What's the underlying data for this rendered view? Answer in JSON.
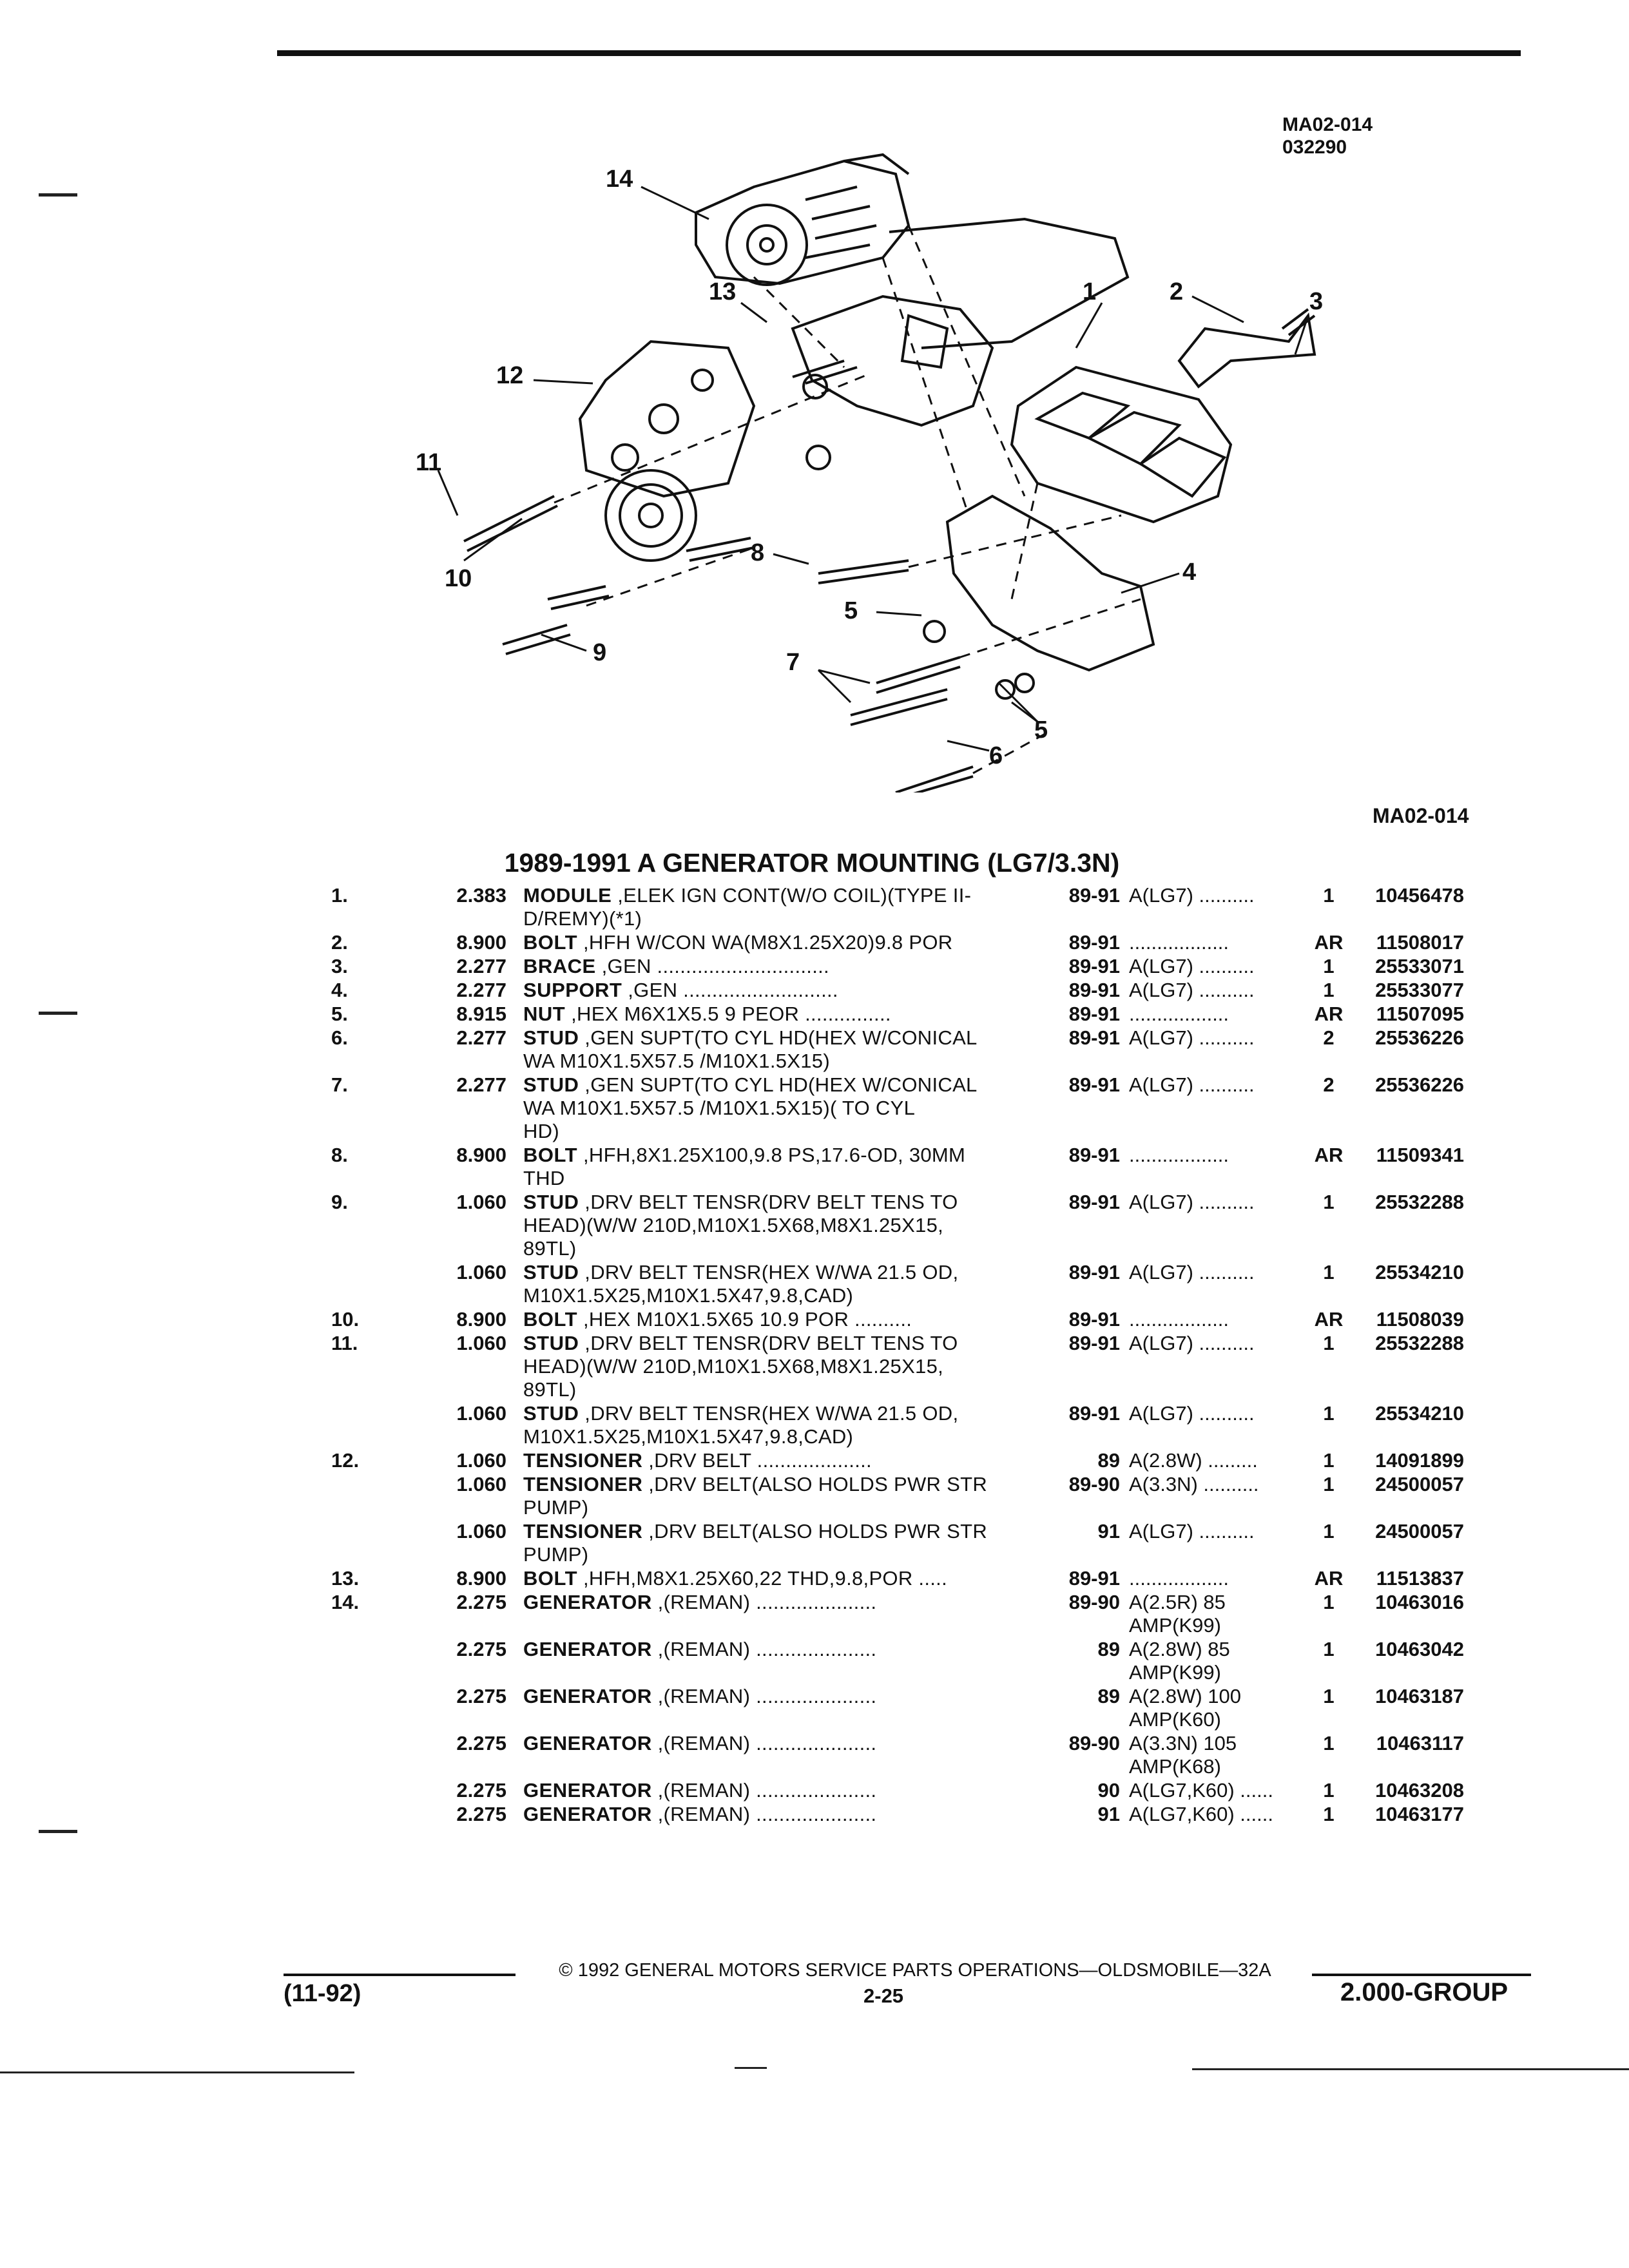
{
  "figure_code_top": [
    "MA02-014",
    "032290"
  ],
  "figure_code_bottom": "MA02-014",
  "callouts": [
    "14",
    "13",
    "12",
    "11",
    "10",
    "9",
    "8",
    "7",
    "6",
    "5",
    "5",
    "4",
    "3",
    "2",
    "1"
  ],
  "title": "1989-1991 A GENERATOR MOUNTING (LG7/3.3N)",
  "parts": [
    {
      "ref": "1.",
      "group": "2.383",
      "name": "MODULE",
      "desc": " ,ELEK IGN CONT(W/O COIL)(TYPE II-\nD/REMY)(*1)",
      "year": "89-91",
      "usage": "A(LG7) ..........",
      "qty": "1",
      "pn": "10456478"
    },
    {
      "ref": "2.",
      "group": "8.900",
      "name": "BOLT",
      "desc": " ,HFH W/CON WA(M8X1.25X20)9.8 POR",
      "year": "89-91",
      "usage": "..................",
      "qty": "AR",
      "pn": "11508017"
    },
    {
      "ref": "3.",
      "group": "2.277",
      "name": "BRACE",
      "desc": " ,GEN ..............................",
      "year": "89-91",
      "usage": "A(LG7) ..........",
      "qty": "1",
      "pn": "25533071"
    },
    {
      "ref": "4.",
      "group": "2.277",
      "name": "SUPPORT",
      "desc": " ,GEN ...........................",
      "year": "89-91",
      "usage": "A(LG7) ..........",
      "qty": "1",
      "pn": "25533077"
    },
    {
      "ref": "5.",
      "group": "8.915",
      "name": "NUT",
      "desc": " ,HEX M6X1X5.5 9 PEOR ...............",
      "year": "89-91",
      "usage": "..................",
      "qty": "AR",
      "pn": "11507095"
    },
    {
      "ref": "6.",
      "group": "2.277",
      "name": "STUD",
      "desc": " ,GEN SUPT(TO CYL HD(HEX W/CONICAL\nWA M10X1.5X57.5 /M10X1.5X15)",
      "year": "89-91",
      "usage": "A(LG7) ..........",
      "qty": "2",
      "pn": "25536226"
    },
    {
      "ref": "7.",
      "group": "2.277",
      "name": "STUD",
      "desc": " ,GEN SUPT(TO CYL HD(HEX W/CONICAL\nWA M10X1.5X57.5 /M10X1.5X15)( TO CYL\nHD)",
      "year": "89-91",
      "usage": "A(LG7) ..........",
      "qty": "2",
      "pn": "25536226"
    },
    {
      "ref": "8.",
      "group": "8.900",
      "name": "BOLT",
      "desc": " ,HFH,8X1.25X100,9.8 PS,17.6-OD, 30MM\nTHD",
      "year": "89-91",
      "usage": "..................",
      "qty": "AR",
      "pn": "11509341"
    },
    {
      "ref": "9.",
      "group": "1.060",
      "name": "STUD",
      "desc": " ,DRV BELT TENSR(DRV BELT TENS TO\nHEAD)(W/W 210D,M10X1.5X68,M8X1.25X15,\n89TL)",
      "year": "89-91",
      "usage": "A(LG7) ..........",
      "qty": "1",
      "pn": "25532288"
    },
    {
      "ref": "",
      "group": "1.060",
      "name": "STUD",
      "desc": " ,DRV BELT TENSR(HEX W/WA 21.5 OD,\nM10X1.5X25,M10X1.5X47,9.8,CAD)",
      "year": "89-91",
      "usage": "A(LG7) ..........",
      "qty": "1",
      "pn": "25534210"
    },
    {
      "ref": "10.",
      "group": "8.900",
      "name": "BOLT",
      "desc": " ,HEX M10X1.5X65 10.9 POR ..........",
      "year": "89-91",
      "usage": "..................",
      "qty": "AR",
      "pn": "11508039"
    },
    {
      "ref": "11.",
      "group": "1.060",
      "name": "STUD",
      "desc": " ,DRV BELT TENSR(DRV BELT TENS TO\nHEAD)(W/W 210D,M10X1.5X68,M8X1.25X15,\n89TL)",
      "year": "89-91",
      "usage": "A(LG7) ..........",
      "qty": "1",
      "pn": "25532288"
    },
    {
      "ref": "",
      "group": "1.060",
      "name": "STUD",
      "desc": " ,DRV BELT TENSR(HEX W/WA 21.5 OD,\nM10X1.5X25,M10X1.5X47,9.8,CAD)",
      "year": "89-91",
      "usage": "A(LG7) ..........",
      "qty": "1",
      "pn": "25534210"
    },
    {
      "ref": "12.",
      "group": "1.060",
      "name": "TENSIONER",
      "desc": " ,DRV BELT ....................",
      "year": "89",
      "usage": "A(2.8W) .........",
      "qty": "1",
      "pn": "14091899"
    },
    {
      "ref": "",
      "group": "1.060",
      "name": "TENSIONER",
      "desc": " ,DRV BELT(ALSO HOLDS PWR STR\nPUMP)",
      "year": "89-90",
      "usage": "A(3.3N) ..........",
      "qty": "1",
      "pn": "24500057"
    },
    {
      "ref": "",
      "group": "1.060",
      "name": "TENSIONER",
      "desc": " ,DRV BELT(ALSO HOLDS PWR STR\nPUMP)",
      "year": "91",
      "usage": "A(LG7) ..........",
      "qty": "1",
      "pn": "24500057"
    },
    {
      "ref": "13.",
      "group": "8.900",
      "name": "BOLT",
      "desc": " ,HFH,M8X1.25X60,22 THD,9.8,POR .....",
      "year": "89-91",
      "usage": "..................",
      "qty": "AR",
      "pn": "11513837"
    },
    {
      "ref": "14.",
      "group": "2.275",
      "name": "GENERATOR",
      "desc": " ,(REMAN) .....................",
      "year": "89-90",
      "usage": "A(2.5R) 85\nAMP(K99)",
      "qty": "1",
      "pn": "10463016"
    },
    {
      "ref": "",
      "group": "2.275",
      "name": "GENERATOR",
      "desc": " ,(REMAN) .....................",
      "year": "89",
      "usage": "A(2.8W) 85\nAMP(K99)",
      "qty": "1",
      "pn": "10463042"
    },
    {
      "ref": "",
      "group": "2.275",
      "name": "GENERATOR",
      "desc": " ,(REMAN) .....................",
      "year": "89",
      "usage": "A(2.8W) 100\nAMP(K60)",
      "qty": "1",
      "pn": "10463187"
    },
    {
      "ref": "",
      "group": "2.275",
      "name": "GENERATOR",
      "desc": " ,(REMAN) .....................",
      "year": "89-90",
      "usage": "A(3.3N) 105\nAMP(K68)",
      "qty": "1",
      "pn": "10463117"
    },
    {
      "ref": "",
      "group": "2.275",
      "name": "GENERATOR",
      "desc": " ,(REMAN) .....................",
      "year": "90",
      "usage": "A(LG7,K60) ......",
      "qty": "1",
      "pn": "10463208"
    },
    {
      "ref": "",
      "group": "2.275",
      "name": "GENERATOR",
      "desc": " ,(REMAN) .....................",
      "year": "91",
      "usage": "A(LG7,K60) ......",
      "qty": "1",
      "pn": "10463177"
    }
  ],
  "footer": {
    "copyright": "© 1992 GENERAL MOTORS SERVICE PARTS OPERATIONS—OLDSMOBILE—32A",
    "date": "(11-92)",
    "page": "2-25",
    "group": "2.000-GROUP"
  }
}
